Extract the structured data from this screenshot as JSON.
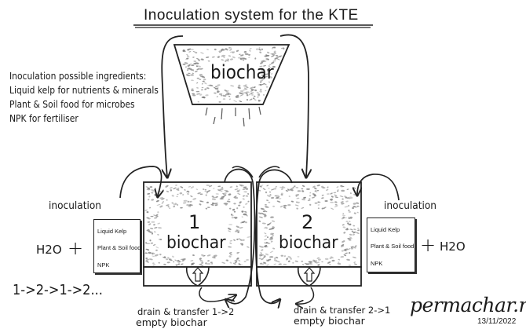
{
  "title": "Inoculation system for the KTE",
  "ingredients": {
    "heading": "Inoculation possible ingredients:",
    "lines": [
      "Liquid kelp for nutrients & minerals",
      "Plant & Soil food for microbes",
      "NPK for fertiliser"
    ]
  },
  "hopper": {
    "label": "biochar"
  },
  "bins": [
    {
      "number": "1",
      "label": "biochar"
    },
    {
      "number": "2",
      "label": "biochar"
    }
  ],
  "left_inoculation": {
    "label": "inoculation",
    "water": "H2O",
    "plus": "+",
    "card_items": [
      "Liquid Kelp",
      "Plant & Soil food",
      "NPK"
    ]
  },
  "right_inoculation": {
    "label": "inoculation",
    "water": "H2O",
    "plus": "+",
    "card_items": [
      "Liquid Kelp",
      "Plant & Soil food",
      "NPK"
    ]
  },
  "sequence": "1->2->1->2...",
  "drain_left": {
    "action": "drain & transfer 1->2",
    "result": "empty biochar"
  },
  "drain_right": {
    "action": "drain & transfer 2->1",
    "result": "empty biochar"
  },
  "brand": "permachar.net",
  "date": "13/11/2022"
}
